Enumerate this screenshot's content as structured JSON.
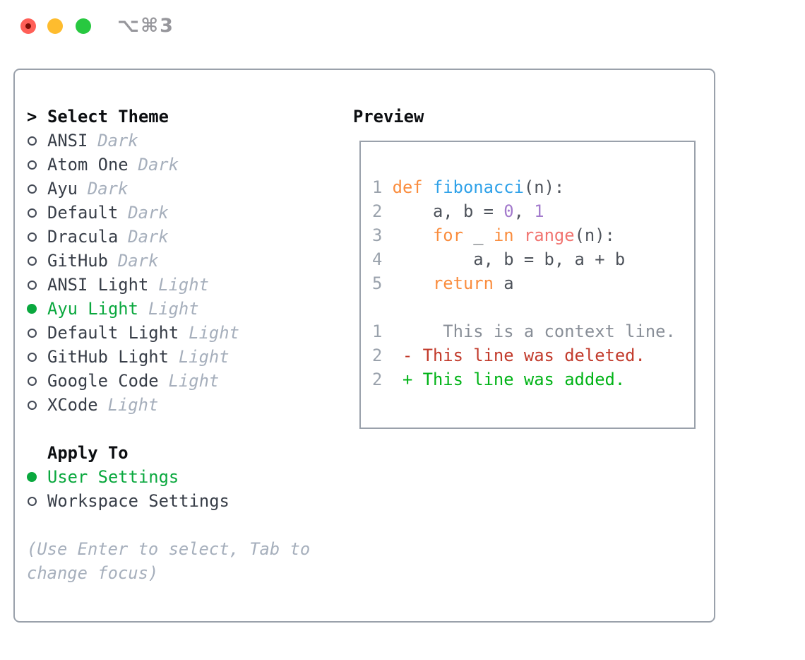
{
  "window": {
    "title": "⌥⌘3"
  },
  "theme_list": {
    "prompt": ">",
    "title": "Select Theme",
    "items": [
      {
        "name": "ANSI",
        "variant": "Dark",
        "selected": false
      },
      {
        "name": "Atom One",
        "variant": "Dark",
        "selected": false
      },
      {
        "name": "Ayu",
        "variant": "Dark",
        "selected": false
      },
      {
        "name": "Default",
        "variant": "Dark",
        "selected": false
      },
      {
        "name": "Dracula",
        "variant": "Dark",
        "selected": false
      },
      {
        "name": "GitHub",
        "variant": "Dark",
        "selected": false
      },
      {
        "name": "ANSI Light",
        "variant": "Light",
        "selected": false
      },
      {
        "name": "Ayu Light",
        "variant": "Light",
        "selected": true
      },
      {
        "name": "Default Light",
        "variant": "Light",
        "selected": false
      },
      {
        "name": "GitHub Light",
        "variant": "Light",
        "selected": false
      },
      {
        "name": "Google Code",
        "variant": "Light",
        "selected": false
      },
      {
        "name": "XCode",
        "variant": "Light",
        "selected": false
      }
    ]
  },
  "apply_to": {
    "title": "Apply To",
    "options": [
      {
        "label": "User Settings",
        "selected": true
      },
      {
        "label": "Workspace Settings",
        "selected": false
      }
    ]
  },
  "help": {
    "lines": [
      "(Use Enter to select, Tab to",
      "change focus)"
    ]
  },
  "preview": {
    "title": "Preview",
    "lines": [
      {
        "tokens": [
          {
            "t": "1 ",
            "s": "ln"
          },
          {
            "t": "def",
            "s": "kw"
          },
          {
            "t": " ",
            "s": "pl"
          },
          {
            "t": "fibonacci",
            "s": "fn"
          },
          {
            "t": "(n):",
            "s": "pl"
          }
        ]
      },
      {
        "tokens": [
          {
            "t": "2 ",
            "s": "ln"
          },
          {
            "t": "    a, b = ",
            "s": "pl"
          },
          {
            "t": "0",
            "s": "num"
          },
          {
            "t": ", ",
            "s": "pl"
          },
          {
            "t": "1",
            "s": "num"
          }
        ]
      },
      {
        "tokens": [
          {
            "t": "3 ",
            "s": "ln"
          },
          {
            "t": "    ",
            "s": "pl"
          },
          {
            "t": "for",
            "s": "kw"
          },
          {
            "t": " _ ",
            "s": "pl"
          },
          {
            "t": "in",
            "s": "kw"
          },
          {
            "t": " ",
            "s": "pl"
          },
          {
            "t": "range",
            "s": "bi"
          },
          {
            "t": "(n):",
            "s": "pl"
          }
        ]
      },
      {
        "tokens": [
          {
            "t": "4 ",
            "s": "ln"
          },
          {
            "t": "        a, b = b, a + b",
            "s": "pl"
          }
        ]
      },
      {
        "tokens": [
          {
            "t": "5 ",
            "s": "ln"
          },
          {
            "t": "    ",
            "s": "pl"
          },
          {
            "t": "return",
            "s": "kw"
          },
          {
            "t": " a",
            "s": "pl"
          }
        ]
      },
      {
        "tokens": []
      },
      {
        "tokens": [
          {
            "t": "1 ",
            "s": "ln"
          },
          {
            "t": "     This is a context line.",
            "s": "ctx"
          }
        ]
      },
      {
        "tokens": [
          {
            "t": "2 ",
            "s": "ln"
          },
          {
            "t": " - This line was deleted.",
            "s": "del"
          }
        ]
      },
      {
        "tokens": [
          {
            "t": "2 ",
            "s": "ln"
          },
          {
            "t": " + This line was added.",
            "s": "add"
          }
        ]
      }
    ]
  },
  "colors": {
    "selection_green": "#0aa83e",
    "keyword_orange": "#fa8d3e",
    "function_blue": "#2ea1e9",
    "builtin_coral": "#f17470",
    "number_purple": "#a37acc",
    "deleted_red": "#c23a2b",
    "added_green": "#00b316",
    "muted_gray": "#a6afbc",
    "border_gray": "#9aa1ab",
    "traffic_red": "#ff5f57",
    "traffic_yellow": "#febc2e",
    "traffic_green": "#28c840"
  }
}
